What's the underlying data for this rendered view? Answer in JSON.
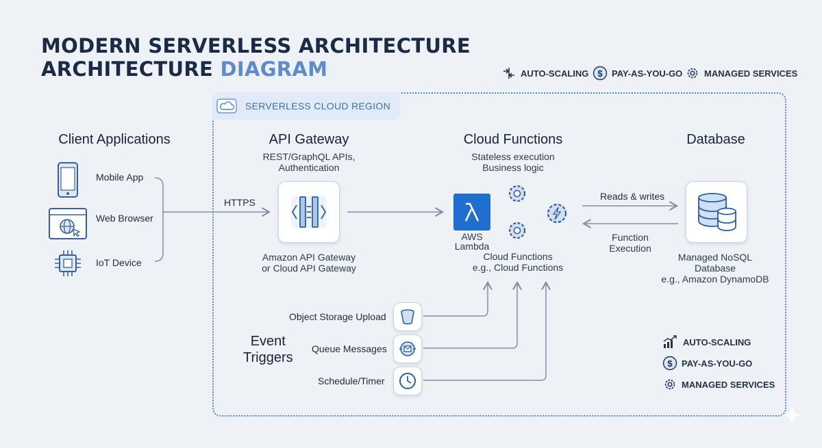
{
  "title": {
    "line1": "MODERN SERVERLESS ARCHITECTURE",
    "line2_main": "ARCHITECTURE",
    "line2_accent": "DIAGRAM"
  },
  "top_badges": [
    {
      "label": "AUTO-SCALING",
      "icon": "arrows-icon"
    },
    {
      "label": "PAY-AS-YOU-GO",
      "icon": "dollar-icon"
    },
    {
      "label": "MANAGED SERVICES",
      "icon": "gear-icon"
    }
  ],
  "region": {
    "label": "SERVERLESS CLOUD REGION",
    "icon": "cloud-icon"
  },
  "clients": {
    "header": "Client Applications",
    "items": [
      {
        "label": "Mobile App",
        "icon": "phone-icon"
      },
      {
        "label": "Web Browser",
        "icon": "browser-icon"
      },
      {
        "label": "IoT Device",
        "icon": "chip-icon"
      }
    ],
    "connection": "HTTPS"
  },
  "gateway": {
    "header": "API Gateway",
    "sub1": "REST/GraphQL APIs,",
    "sub2": "Authentication",
    "name1": "Amazon API Gateway",
    "name2": "or Cloud API Gateway"
  },
  "functions": {
    "header": "Cloud Functions",
    "sub1": "Stateless execution",
    "sub2": "Business logic",
    "lambda1": "AWS",
    "lambda2": "Lambda",
    "name1": "Cloud Functions",
    "name2": "e.g., Cloud Functions"
  },
  "flows": {
    "reads": "Reads & writes",
    "exec1": "Function",
    "exec2": "Execution"
  },
  "database": {
    "header": "Database",
    "name1": "Managed NoSQL",
    "name2": "Database",
    "name3": "e.g., Amazon DynamoDB"
  },
  "triggers": {
    "title1": "Event",
    "title2": "Triggers",
    "items": [
      {
        "label": "Object Storage Upload",
        "icon": "bucket-icon"
      },
      {
        "label": "Queue Messages",
        "icon": "queue-icon"
      },
      {
        "label": "Schedule/Timer",
        "icon": "clock-icon"
      }
    ]
  },
  "bottom_badges": [
    {
      "label": "AUTO-SCALING",
      "icon": "chart-icon"
    },
    {
      "label": "PAY-AS-YOU-GO",
      "icon": "dollar-icon"
    },
    {
      "label": "MANAGED SERVICES",
      "icon": "gear-icon"
    }
  ],
  "colors": {
    "accent": "#4e86cc",
    "lambda": "#1f6fd1",
    "line": "#7d8fa6",
    "title": "#1c2b45"
  }
}
